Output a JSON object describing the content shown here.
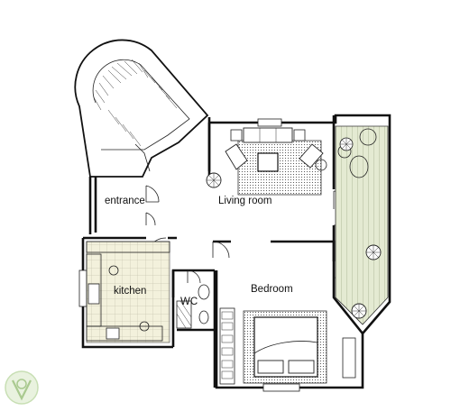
{
  "rooms": {
    "entrance": "entrance",
    "living_room": "Living room",
    "kitchen": "kitchen",
    "wc": "WC",
    "bedroom": "Bedroom"
  },
  "colors": {
    "wall": "#111111",
    "balcony_floor": "#e4ead2",
    "kitchen_tile": "#f3f1dc",
    "logo_green": "#c8dfb4"
  },
  "icons": [
    "stair-icon",
    "sofa-icon",
    "bed-icon",
    "plant-icon",
    "logo-icon"
  ]
}
